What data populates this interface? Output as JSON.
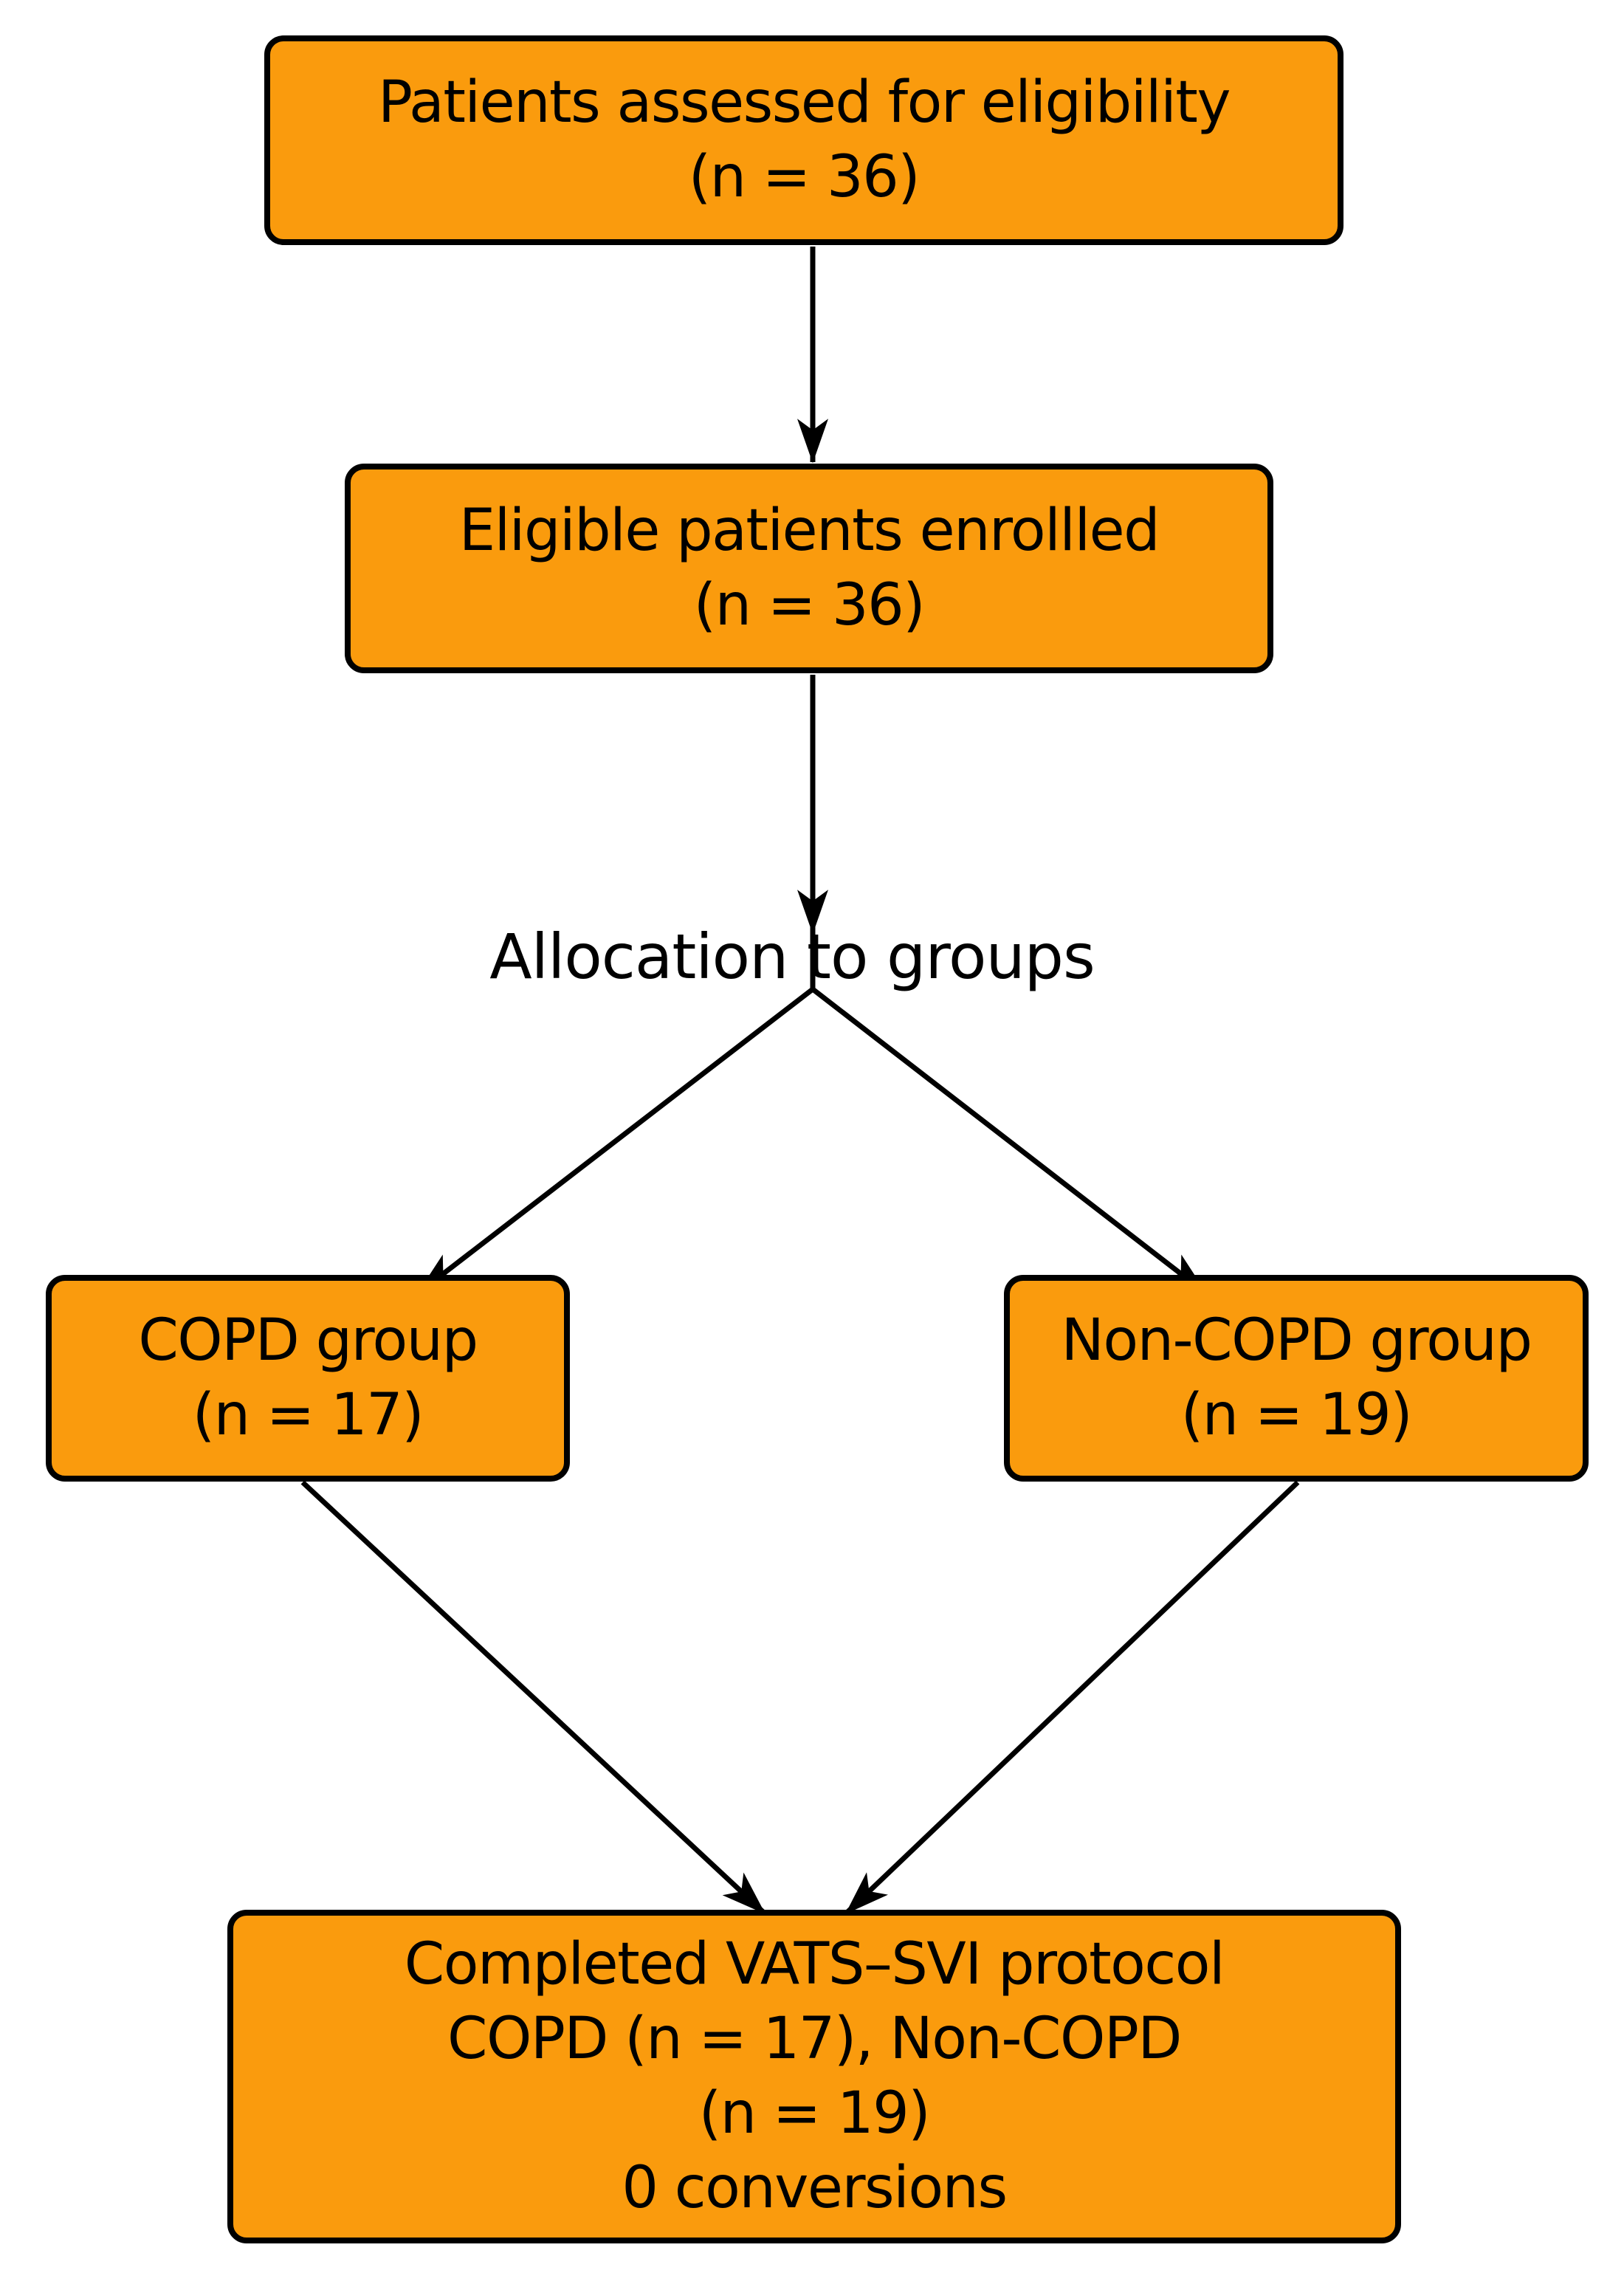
{
  "title": "Patient flow diagram",
  "colors": {
    "node_fill": "#FA9B0D",
    "node_border": "#000000",
    "arrow_color": "#000000",
    "text_color": "#000000"
  },
  "nodes": {
    "assessed": {
      "lines": [
        "Patients assessed for eligibility",
        "(n = 36)"
      ]
    },
    "enrolled": {
      "lines": [
        "Eligible patients enrollled",
        "(n = 36)"
      ]
    },
    "allocation_label": "Allocation to groups",
    "copd": {
      "lines": [
        "COPD group",
        "(n = 17)"
      ]
    },
    "non_copd": {
      "lines": [
        "Non-COPD group",
        "(n = 19)"
      ]
    },
    "completed": {
      "lines": [
        "Completed VATS–SVI protocol",
        "COPD (n = 17), Non-COPD",
        "(n = 19)",
        "0 conversions"
      ]
    }
  }
}
